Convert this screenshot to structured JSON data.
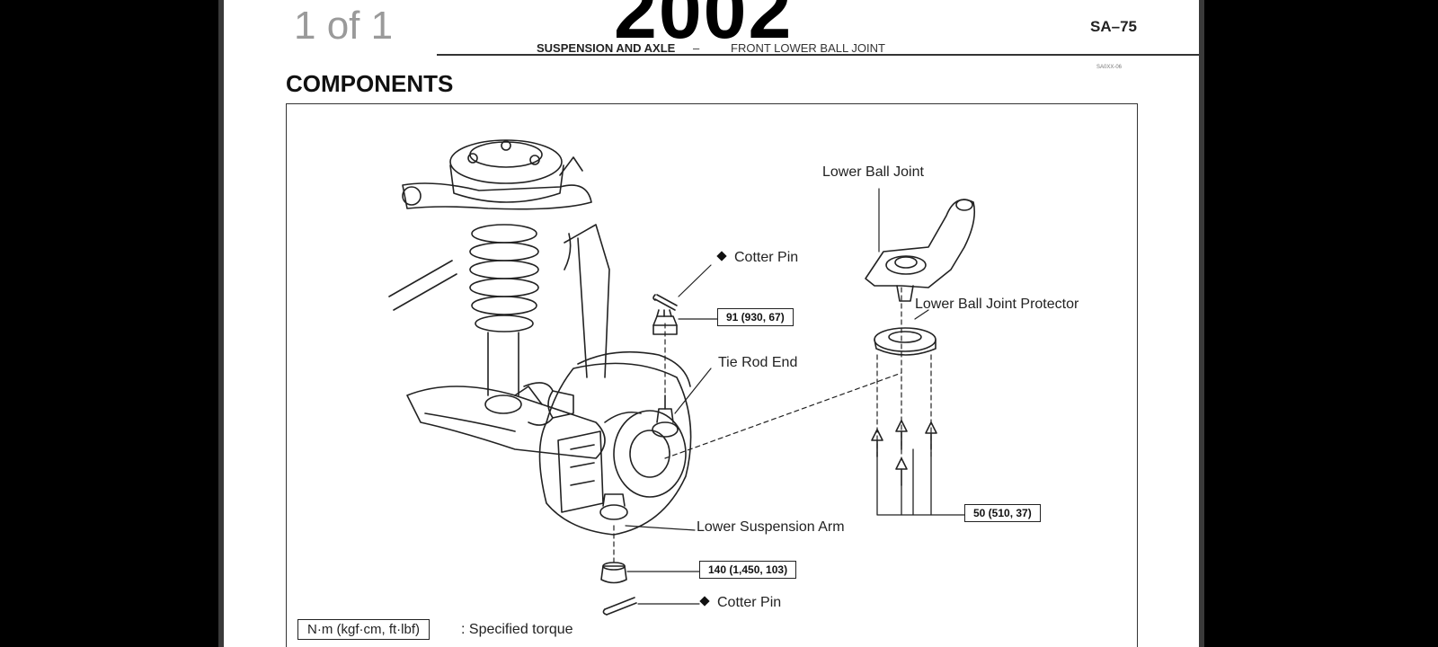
{
  "viewer": {
    "page_counter": "1 of 1"
  },
  "manual": {
    "year_banner": "2002",
    "section": "SUSPENSION AND AXLE",
    "separator": "–",
    "subsection": "FRONT LOWER BALL JOINT",
    "page_code": "SA–75",
    "figure_code": "SA0XX-06"
  },
  "heading": "COMPONENTS",
  "callouts": {
    "lower_ball_joint": "Lower Ball Joint",
    "cotter_pin_top": "Cotter Pin",
    "ball_joint_protector": "Lower Ball Joint Protector",
    "tie_rod_end": "Tie Rod End",
    "lower_suspension_arm": "Lower Suspension Arm",
    "cotter_pin_bottom": "Cotter Pin"
  },
  "torque_specs": {
    "tie_rod_nut": "91 (930, 67)",
    "ball_joint_bolts": "50 (510, 37)",
    "arm_nut": "140 (1,450, 103)"
  },
  "legend": {
    "unit": "N·m (kgf·cm, ft·lbf)",
    "description": ": Specified torque"
  }
}
